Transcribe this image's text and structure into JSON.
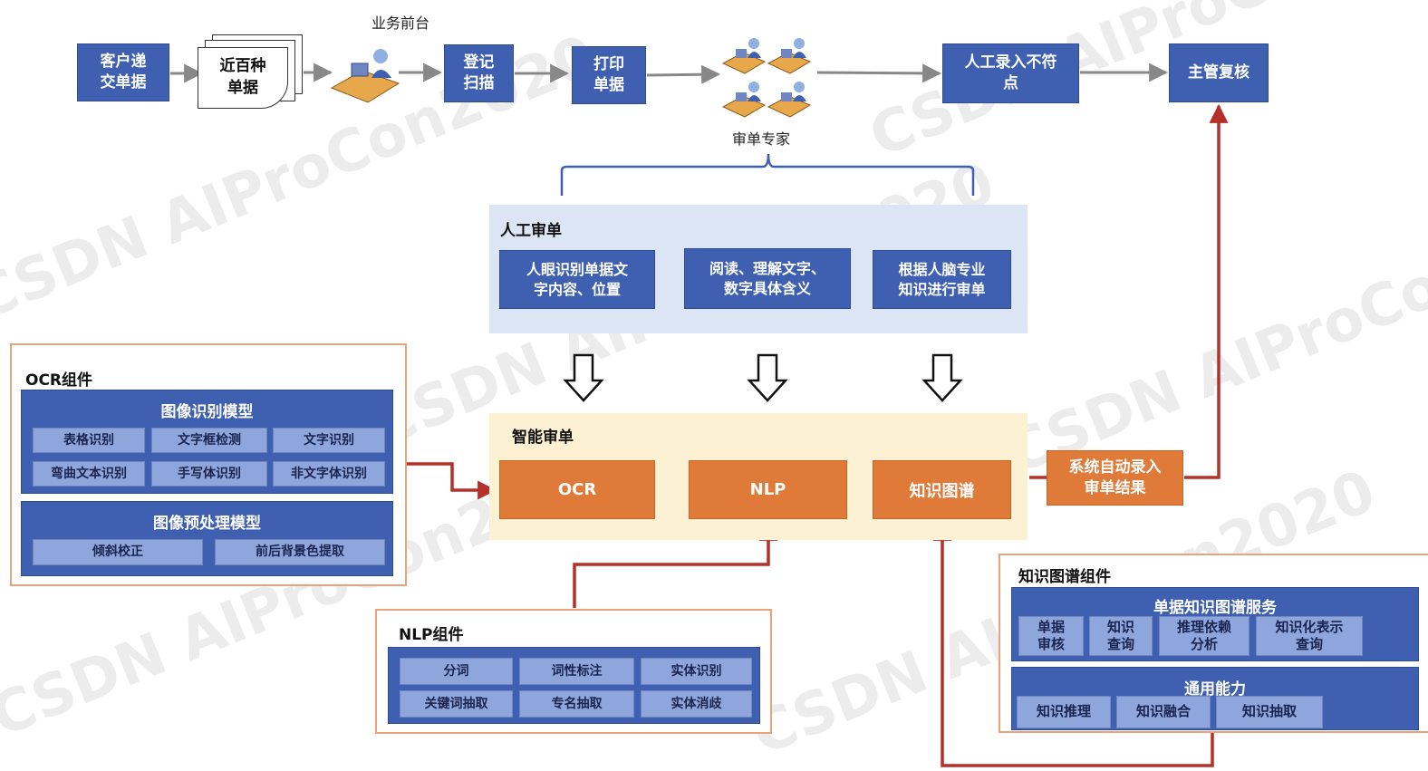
{
  "top_flow": {
    "customer_submit": "客户递\n交单据",
    "hundred_docs": "近百种\n单据",
    "front_desk": "业务前台",
    "register_scan": "登记\n扫描",
    "print_docs": "打印\n单据",
    "review_experts": "审单专家",
    "manual_mismatch": "人工录入不符\n点",
    "supervisor_review": "主管复核"
  },
  "manual_review": {
    "title": "人工审单",
    "items": [
      "人眼识别单据文\n字内容、位置",
      "阅读、理解文字、\n数字具体含义",
      "根据人脑专业\n知识进行审单"
    ]
  },
  "smart_review": {
    "title": "智能审单",
    "items": [
      "OCR",
      "NLP",
      "知识图谱"
    ]
  },
  "auto_entry": "系统自动录入\n审单结果",
  "ocr_component": {
    "title": "OCR组件",
    "image_recognition_title": "图像识别模型",
    "image_recognition_items": [
      "表格识别",
      "文字框检测",
      "文字识别",
      "弯曲文本识别",
      "手写体识别",
      "非文字体识别"
    ],
    "preprocess_title": "图像预处理模型",
    "preprocess_items": [
      "倾斜校正",
      "前后背景色提取"
    ]
  },
  "nlp_component": {
    "title": "NLP组件",
    "items": [
      "分词",
      "词性标注",
      "实体识别",
      "关键词抽取",
      "专名抽取",
      "实体消歧"
    ]
  },
  "kg_component": {
    "title": "知识图谱组件",
    "service_title": "单据知识图谱服务",
    "service_items": [
      "单据\n审核",
      "知识\n查询",
      "推理依赖\n分析",
      "知识化表示\n查询"
    ],
    "general_title": "通用能力",
    "general_items": [
      "知识推理",
      "知识融合",
      "知识抽取"
    ]
  },
  "watermark": "CSDN AIProCon2020",
  "colors": {
    "blue": "#3f5fb0",
    "light_blue": "#8fa6dc",
    "orange": "#e07a38",
    "arrow_red": "#b5302a"
  }
}
